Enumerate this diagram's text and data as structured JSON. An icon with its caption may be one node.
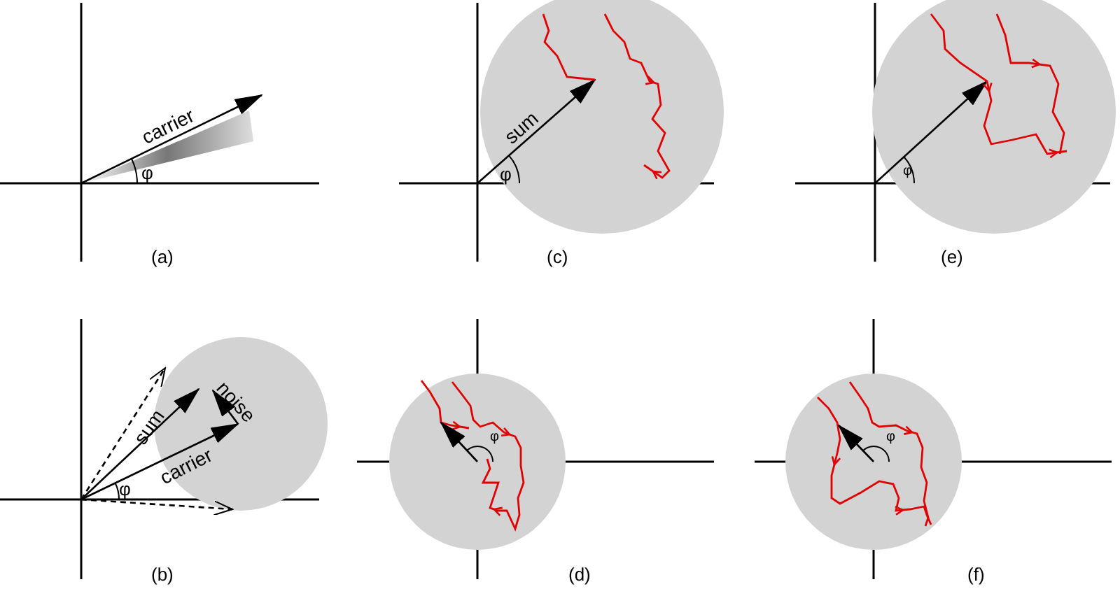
{
  "diagram": {
    "labels": [
      "carrier",
      "φ",
      "(a)",
      "sum",
      "φ",
      "(c)",
      "φ",
      "(e)",
      "noise",
      "sum",
      "carrier",
      "φ",
      "(b)",
      "φ",
      "(d)",
      "φ",
      "(f)"
    ]
  }
}
